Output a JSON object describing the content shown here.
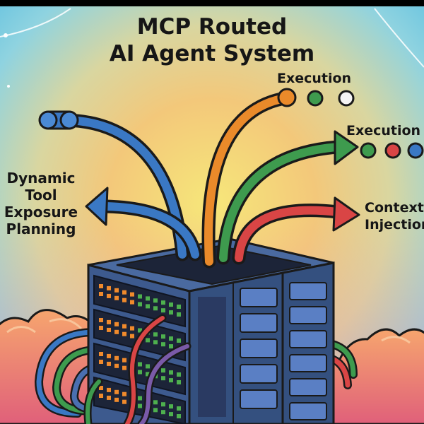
{
  "title": {
    "line1": "MCP Routed",
    "line2": "AI Agent System"
  },
  "labels": {
    "execution_top": "Execution",
    "execution_mid": "Execution",
    "left_1": "Dynamic",
    "left_2": "Tool",
    "left_3": "Exposure",
    "left_4": "Planning",
    "right_1": "Context",
    "right_2": "Injection"
  },
  "colors": {
    "cable_blue": "#3a78c4",
    "cable_orange": "#ea8a2a",
    "cable_green": "#3e9b4e",
    "cable_red": "#d94545",
    "dot_white": "#f4f4f4",
    "server_body": "#3d5a8e",
    "server_dark": "#1c2438",
    "led_orange": "#f08a2c",
    "led_green": "#4eb04e"
  },
  "icons": [
    "connector-plug-icon",
    "arrow-head-icon",
    "status-dot-icon",
    "server-rack-icon"
  ]
}
